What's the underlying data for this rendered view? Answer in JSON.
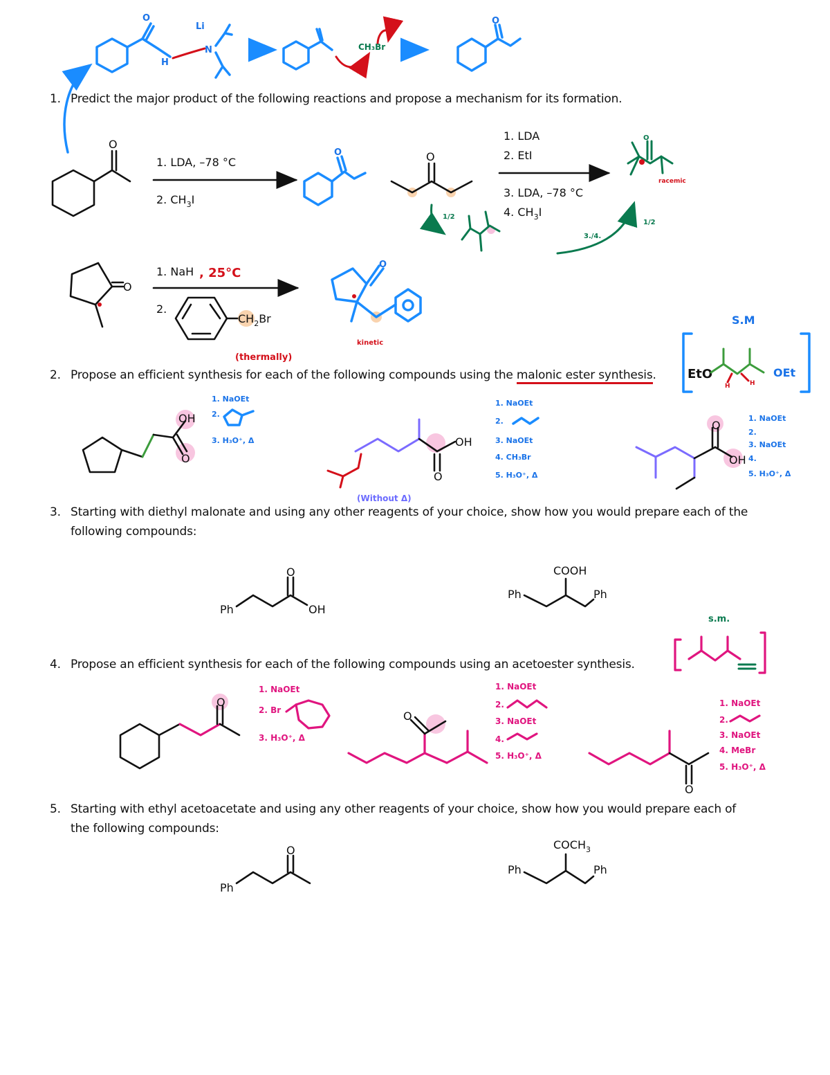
{
  "questions": [
    {
      "number": "1.",
      "text": "Predict the major product of the following reactions and propose a mechanism for its formation."
    },
    {
      "number": "2.",
      "text_before": "Propose an efficient synthesis for each of the following compounds using the ",
      "text_link": "malonic ester synthesis",
      "text_after": "."
    },
    {
      "number": "3.",
      "text": "Starting with diethyl malonate and using any other reagents of your choice, show how you would prepare each of the",
      "text_line2": "following compounds:"
    },
    {
      "number": "4.",
      "text": "Propose an efficient synthesis for each of the following compounds using an acetoester synthesis."
    },
    {
      "number": "5.",
      "text": "Starting with ethyl acetoacetate and using any other reagents of your choice, show how you would prepare each of",
      "text_line2": "the following compounds:"
    }
  ],
  "reaction1a": {
    "step1": "1. LDA, –78 °C",
    "step2_prefix": "2. CH",
    "step2_sub": "3",
    "step2_suffix": "I"
  },
  "reaction1b": {
    "step1": "1. LDA",
    "step2": "2. EtI",
    "step3": "3. LDA, –78 °C",
    "step4_prefix": "4. CH",
    "step4_sub": "3",
    "step4_suffix": "I"
  },
  "reaction1c": {
    "step1": "1. NaH",
    "step1_note": ", 25°C",
    "step2": "2.",
    "reagent_prefix": "CH",
    "reagent_sub": "2",
    "reagent_suffix": "Br"
  },
  "atoms": {
    "O": "O",
    "OH": "OH",
    "Ph": "Ph",
    "COOH": "COOH",
    "COCH3_prefix": "COCH",
    "COCH3_sub": "3",
    "H": "H",
    "N": "N",
    "Li": "Li"
  },
  "annotations": {
    "sm_label_q2": "S.M",
    "sm_label_q4": "s.m.",
    "eto": "EtO",
    "oet": "OEt",
    "ch3br": "CH₃Br",
    "thermo": "(thermally)",
    "kinetic": "kinetic",
    "racemic": "racemic",
    "no_heat": "(Without Δ)",
    "step_34": "3./4.",
    "step_12": "1/2",
    "q2_a": [
      "1. NaOEt",
      "2.",
      "3. H₃O⁺, Δ"
    ],
    "q2_b": [
      "1. NaOEt",
      "2.",
      "3. NaOEt",
      "4. CH₃Br",
      "5. H₃O⁺, Δ"
    ],
    "q2_c": [
      "1. NaOEt",
      "2.",
      "3. NaOEt",
      "4.",
      "5. H₃O⁺, Δ"
    ],
    "q4_a": [
      "1. NaOEt",
      "2. Br",
      "3. H₃O⁺, Δ"
    ],
    "q4_b": [
      "1. NaOEt",
      "2.",
      "3. NaOEt",
      "4.",
      "5. H₃O⁺, Δ"
    ],
    "q4_c": [
      "1. NaOEt",
      "2.",
      "3. NaOEt",
      "4. MeBr",
      "5. H₃O⁺, Δ"
    ]
  }
}
